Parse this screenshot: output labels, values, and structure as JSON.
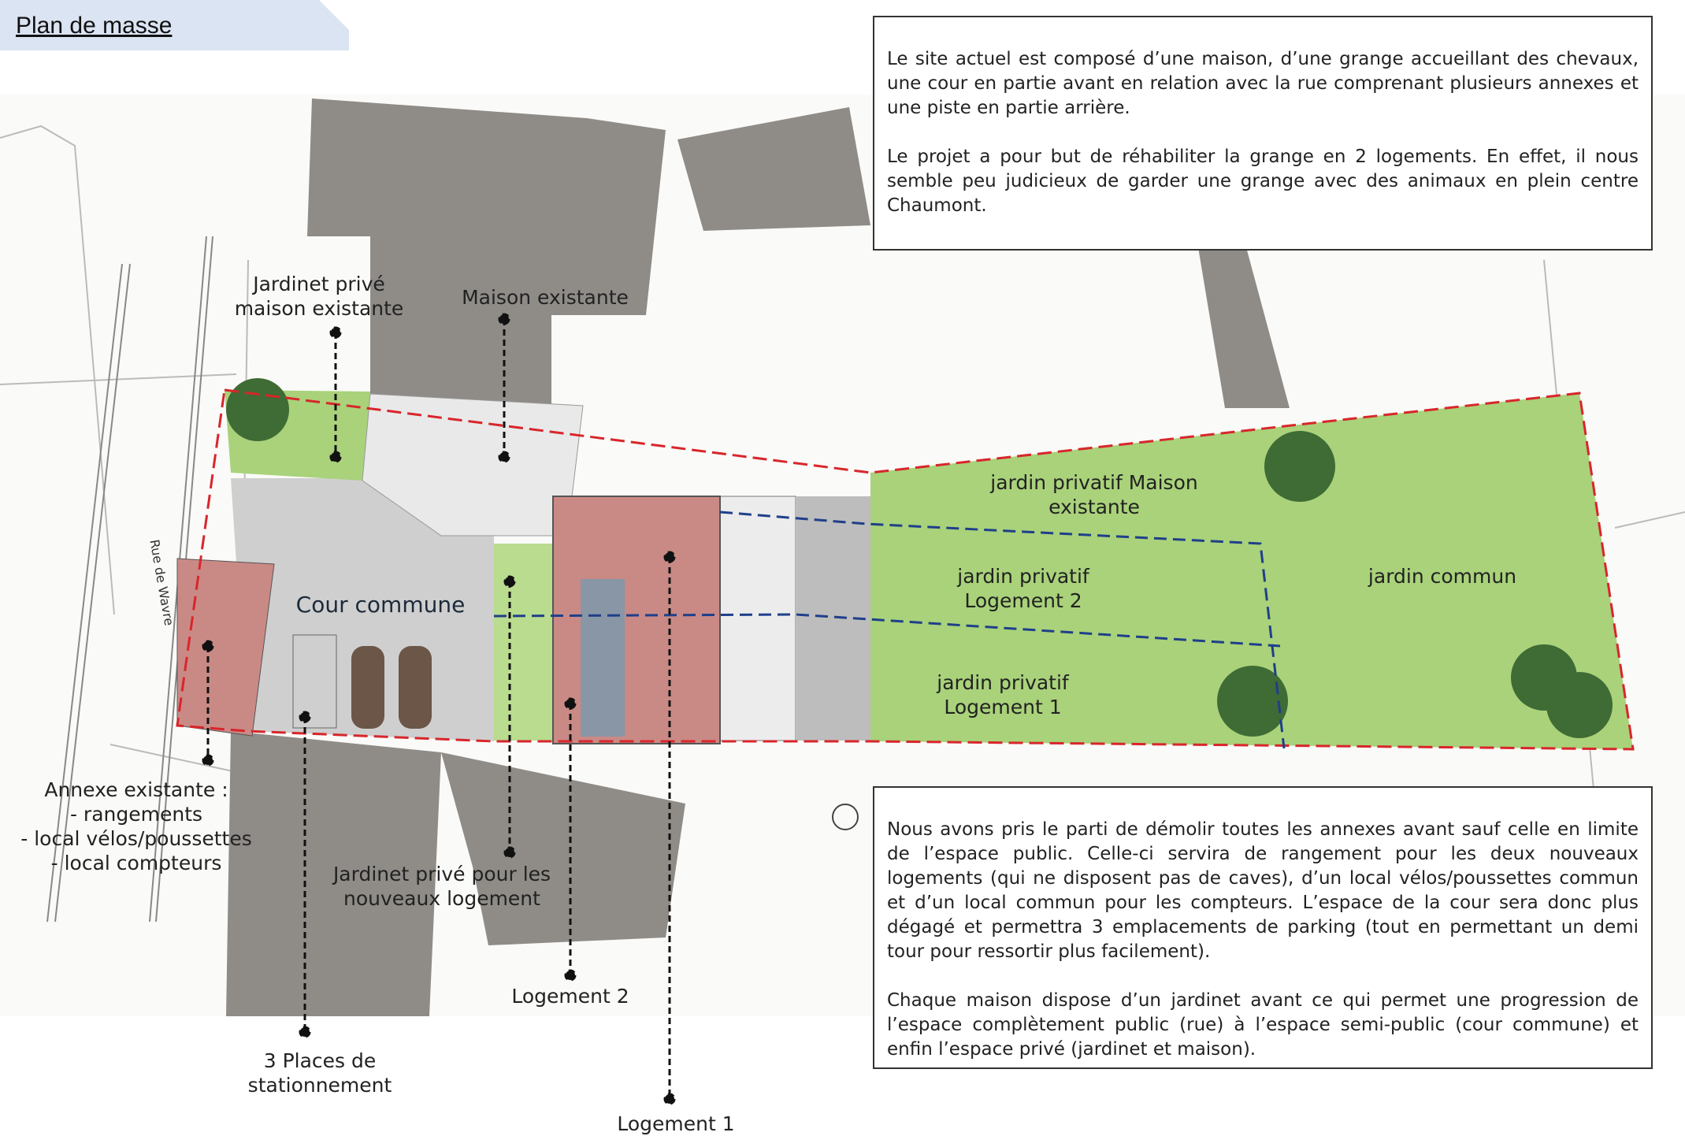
{
  "header": {
    "title": "Plan de masse"
  },
  "description_top": [
    "Le site actuel est composé d’une maison, d’une grange accueillant des chevaux, une cour en partie avant en relation avec la rue comprenant plusieurs annexes et une piste en partie arrière.",
    "Le projet a pour but de réhabiliter la grange en 2 logements.  En effet, il nous semble peu judicieux de garder une grange avec des animaux en plein centre Chaumont."
  ],
  "description_bottom": [
    "Nous avons pris le parti de démolir toutes les annexes avant sauf celle en limite de l’espace public.  Celle-ci servira de rangement pour les deux nouveaux logements (qui ne disposent pas de caves), d’un local vélos/poussettes commun et d’un local commun pour les compteurs. L’espace de la cour sera donc plus dégagé et permettra 3 emplacements de parking (tout en permettant un demi tour pour ressortir plus facilement).",
    "Chaque maison dispose d’un jardinet avant ce qui permet une progression de l’espace complètement public (rue) à l’espace semi-public (cour commune) et enfin l’espace privé (jardinet et maison)."
  ],
  "labels": {
    "jardinet_maison": [
      "Jardinet privé",
      "maison existante"
    ],
    "maison_existante": "Maison existante",
    "jardin_maison": [
      "jardin privatif Maison",
      "existante"
    ],
    "jardin_log2": [
      "jardin privatif",
      "Logement 2"
    ],
    "jardin_commun": "jardin commun",
    "cour_commune": "Cour commune",
    "jardin_log1": [
      "jardin privatif",
      "Logement 1"
    ],
    "annexe": [
      "Annexe existante :",
      "- rangements",
      "- local vélos/poussettes",
      "- local compteurs"
    ],
    "jardinet_nouveaux": [
      "Jardinet privé pour les",
      "nouveaux logement"
    ],
    "logement2": "Logement 2",
    "places": [
      "3 Places de",
      "stationnement"
    ],
    "logement1": "Logement 1",
    "street": "Rue de Wavre"
  },
  "colors": {
    "building": "#8f8c88",
    "garden": "#a9d27a",
    "roof": "#c98a86",
    "boundary": "#d8262b",
    "private_line": "#1f3f8a",
    "pavement": "#cfcfcf"
  }
}
